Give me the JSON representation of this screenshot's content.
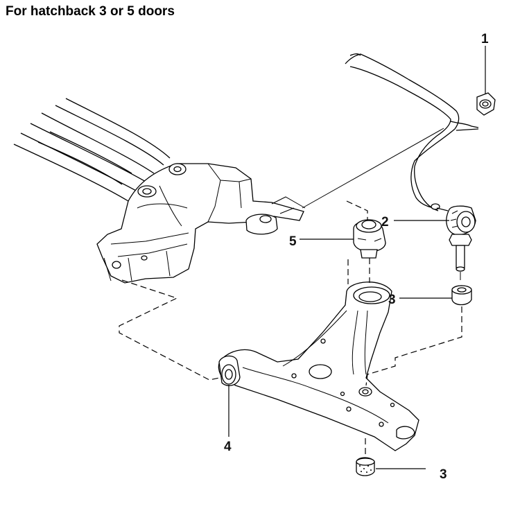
{
  "title": "For hatchback 3 or 5 doors",
  "callouts": {
    "nut": "1",
    "stabilizer_bushing": "2",
    "bushing_upper": "3",
    "bushing_lower": "3",
    "wishbone_front_bushing": "4",
    "wishbone_rear_bushing": "5"
  }
}
